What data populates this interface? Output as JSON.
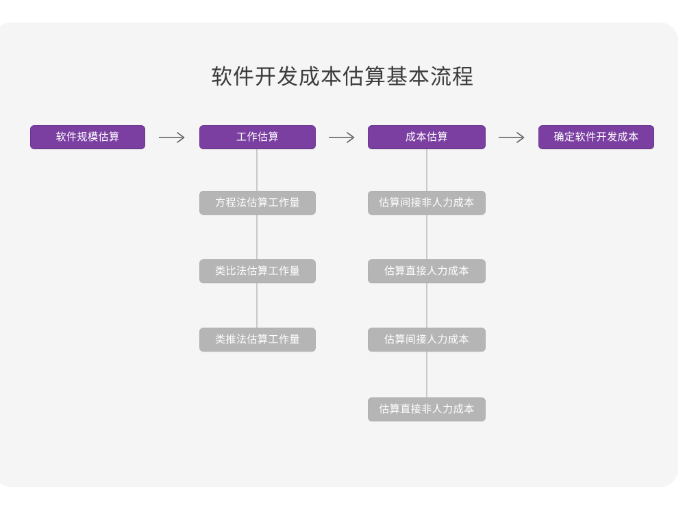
{
  "page": {
    "title": "软件开发成本估算基本流程",
    "background_color": "#ffffff",
    "card_color": "#f5f5f5"
  },
  "theme": {
    "primary_color": "#7b3fa2",
    "secondary_color": "#b5b5b5",
    "connector_color": "#c9c9c9",
    "title_color": "#3c3c3c",
    "node_text_color": "#ffffff"
  },
  "chart_data": {
    "type": "flowchart",
    "title": "软件开发成本估算基本流程",
    "orientation": "left-to-right with vertical sub-branches",
    "stages": [
      {
        "id": "stage-1",
        "label": "软件规模估算",
        "substeps": []
      },
      {
        "id": "stage-2",
        "label": "工作估算",
        "substeps": [
          "方程法估算工作量",
          "类比法估算工作量",
          "类推法估算工作量"
        ]
      },
      {
        "id": "stage-3",
        "label": "成本估算",
        "substeps": [
          "估算间接非人力成本",
          "估算直接人力成本",
          "估算间接人力成本",
          "估算直接非人力成本"
        ]
      },
      {
        "id": "stage-4",
        "label": "确定软件开发成本",
        "substeps": []
      }
    ],
    "arrows": [
      {
        "from": "stage-1",
        "to": "stage-2",
        "glyph": "right-arrow"
      },
      {
        "from": "stage-2",
        "to": "stage-3",
        "glyph": "right-arrow"
      },
      {
        "from": "stage-3",
        "to": "stage-4",
        "glyph": "right-arrow"
      }
    ]
  }
}
